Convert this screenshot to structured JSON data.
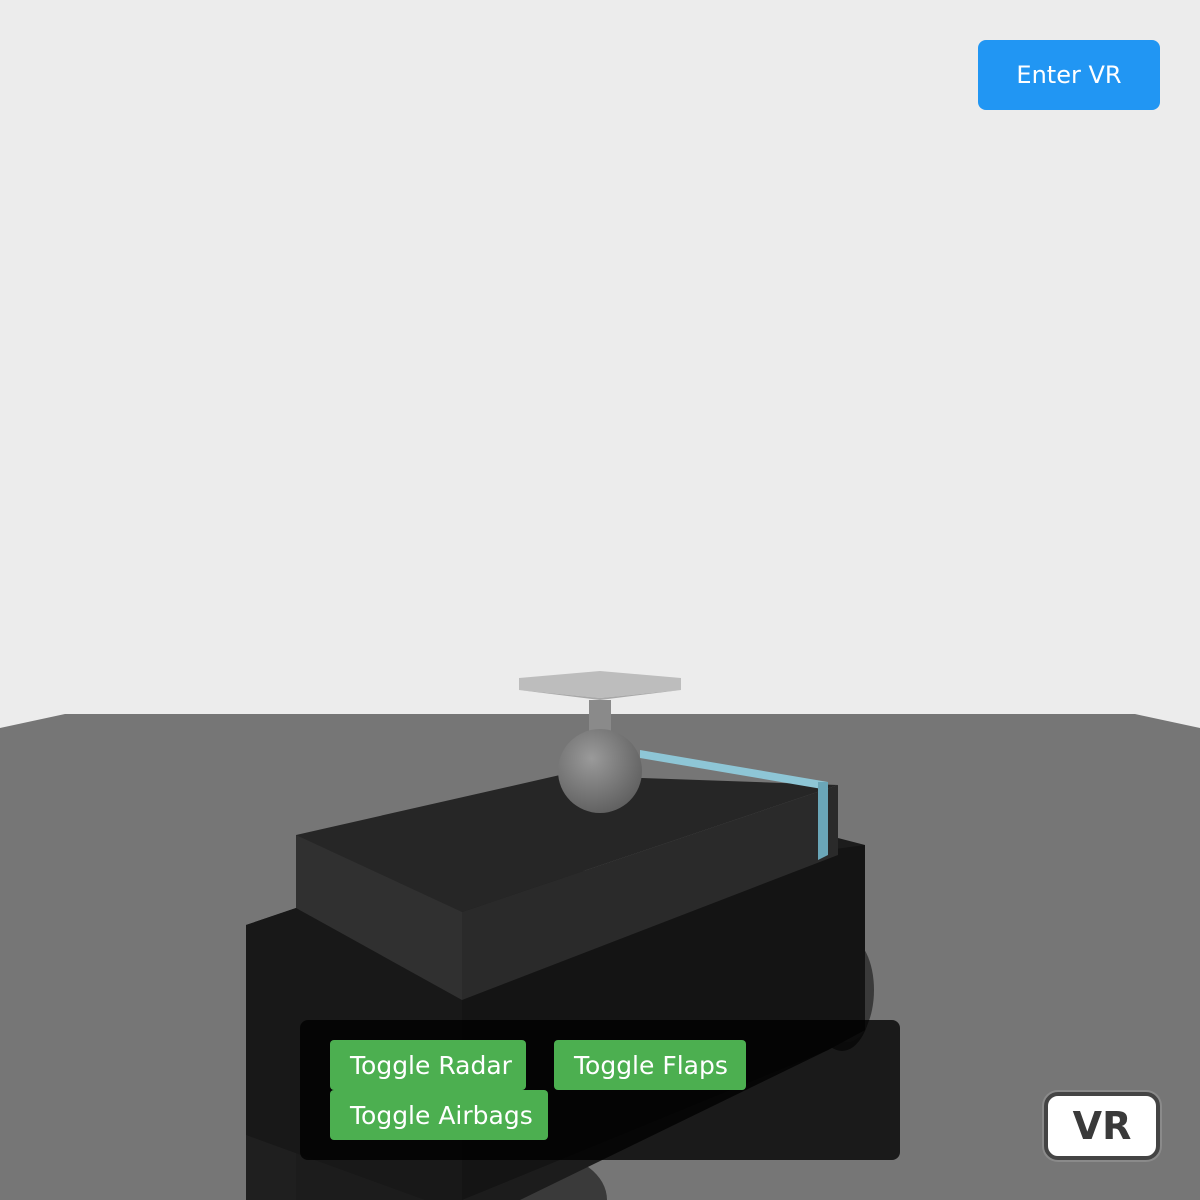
{
  "vr": {
    "enter_label": "Enter VR",
    "badge_label": "VR"
  },
  "controls": {
    "buttons": [
      {
        "label": "Toggle Radar"
      },
      {
        "label": "Toggle Flaps"
      },
      {
        "label": "Toggle Airbags"
      }
    ]
  },
  "colors": {
    "sky": "#ececec",
    "ground": "#767676",
    "enter_vr_button": "#2196f3",
    "toggle_button": "#4caf50",
    "panel_background": "rgba(0,0,0,0.78)",
    "car_body": "#1c1c1c",
    "car_cabin": "#2f2f2f",
    "radar_dish": "#c4c4c4",
    "flap_glass": "#7fb6c9"
  },
  "scene": {
    "objects": [
      "ground-plane",
      "car-body",
      "car-cabin",
      "wheel",
      "radar-dish",
      "radar-sphere",
      "rear-flap"
    ]
  }
}
